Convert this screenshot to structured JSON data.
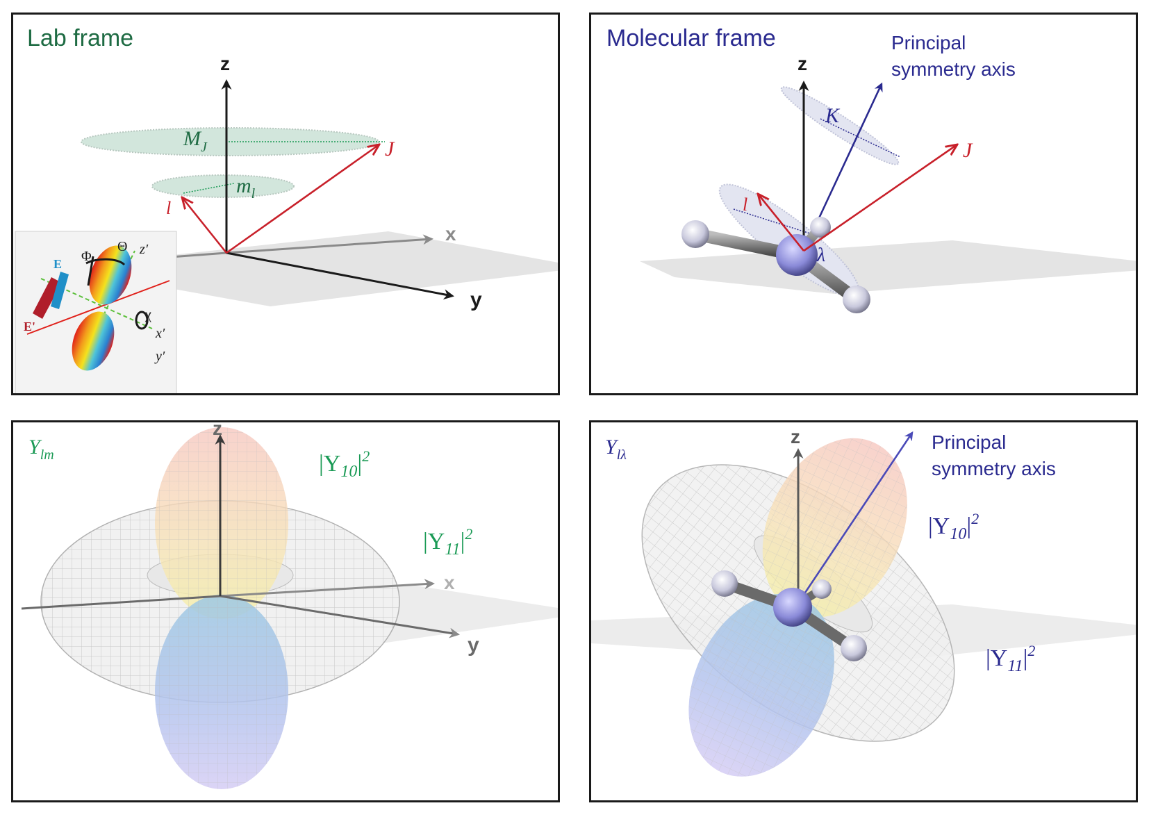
{
  "colors": {
    "lab_green": "#1e6b43",
    "mol_blue": "#2a2a8f",
    "vector_red": "#c8202a",
    "mint": "#1a9a55",
    "axis": "#1a1a1a"
  },
  "panel_lab": {
    "title": "Lab frame",
    "axis_x": "x",
    "axis_y": "y",
    "axis_z": "z",
    "label_J": "J",
    "label_l": "l",
    "label_MJ": "M",
    "label_MJ_sub": "J",
    "label_ml": "m",
    "label_ml_sub": "l",
    "inset": {
      "phi": "Φ",
      "theta": "Θ",
      "chi": "χ",
      "z_prime": "z′",
      "x_prime": "x′",
      "y_prime": "y′",
      "e_field": "E",
      "e_prime": "E'"
    }
  },
  "panel_mol": {
    "title": "Molecular frame",
    "axis_label_line1": "Principal",
    "axis_label_line2": "symmetry axis",
    "axis_z": "z",
    "label_K": "K",
    "label_J": "J",
    "label_l": "l",
    "label_lambda": "λ"
  },
  "panel_ylm": {
    "title_base": "Y",
    "title_sub": "lm",
    "axis_x": "x",
    "axis_y": "y",
    "axis_z": "z",
    "y10_base": "|Y",
    "y10_sub": "10",
    "y10_close": "|",
    "y10_sup": "2",
    "y11_base": "|Y",
    "y11_sub": "11",
    "y11_close": "|",
    "y11_sup": "2"
  },
  "panel_yllam": {
    "title_base": "Y",
    "title_sub": "lλ",
    "axis_z": "z",
    "axis_label_line1": "Principal",
    "axis_label_line2": "symmetry axis",
    "y10_base": "|Y",
    "y10_sub": "10",
    "y10_close": "|",
    "y10_sup": "2",
    "y11_base": "|Y",
    "y11_sub": "11",
    "y11_close": "|",
    "y11_sup": "2"
  }
}
